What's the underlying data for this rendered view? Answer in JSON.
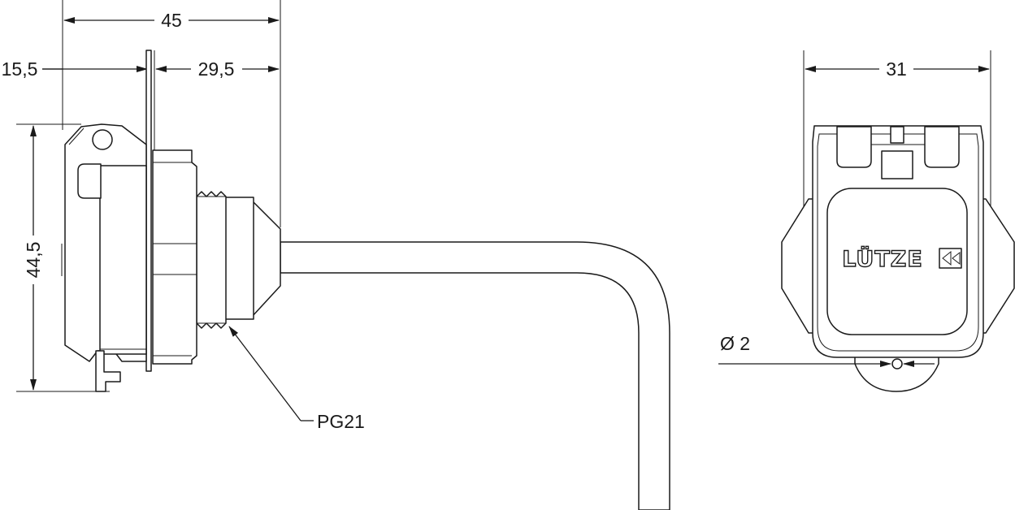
{
  "dimensions": {
    "overall_length": "45",
    "front_section": "15,5",
    "rear_section": "29,5",
    "height": "44,5",
    "width_front_view": "31",
    "hole_diameter": "Ø 2"
  },
  "labels": {
    "thread": "PG21",
    "logo": "LÜTZE"
  },
  "colors": {
    "line": "#1a1a1a",
    "background": "#ffffff"
  }
}
